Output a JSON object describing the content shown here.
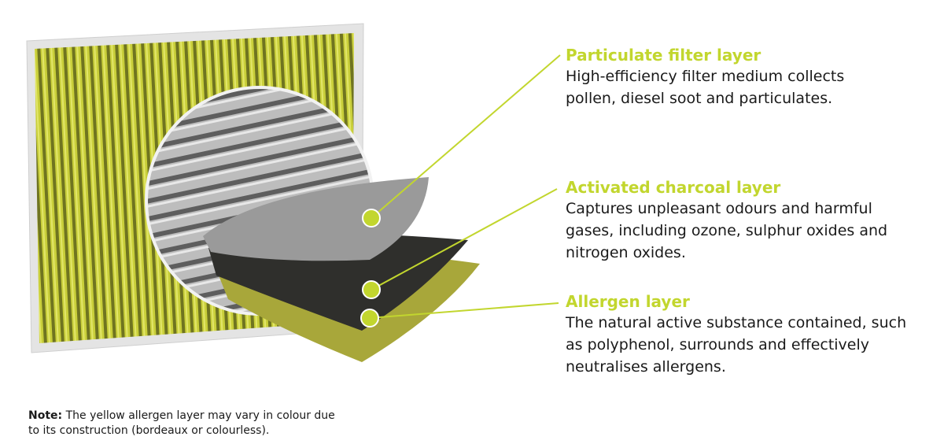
{
  "accent_color": "#c2d62e",
  "layers": [
    {
      "title": "Particulate filter layer",
      "description": "High-efficiency filter medium collects pollen, diesel soot and particulates."
    },
    {
      "title": "Activated charcoal layer",
      "description": "Captures unpleasant odours and harmful gases, including ozone, sulphur oxides and nitrogen oxides."
    },
    {
      "title": "Allergen layer",
      "description": "The natural active substance contained, such as polyphenol, surrounds and effectively neutralises allergens."
    }
  ],
  "note": {
    "label": "Note:",
    "text": "The yellow allergen layer may vary in colour due to its construction (bordeaux or colourless)."
  }
}
